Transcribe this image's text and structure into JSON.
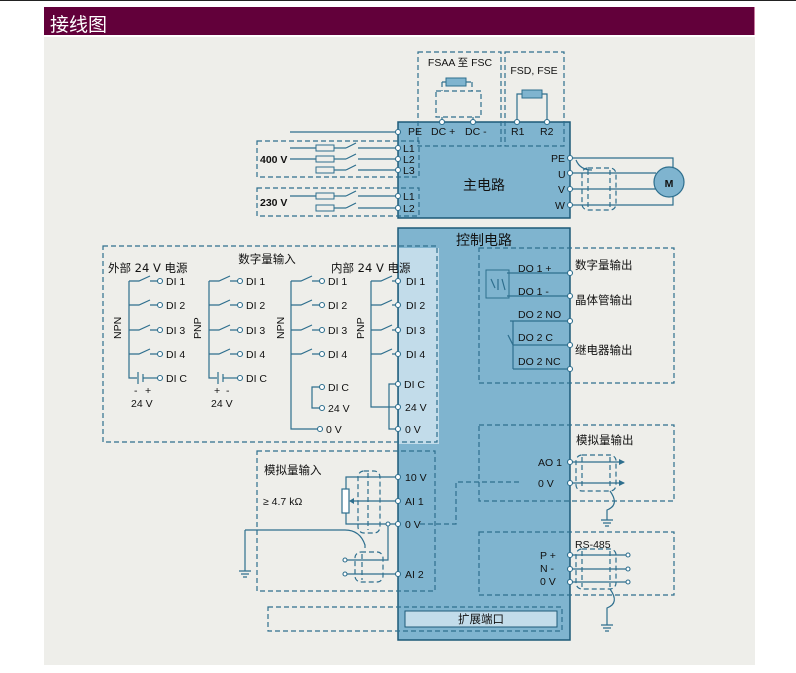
{
  "header": {
    "title": "接线图"
  },
  "colors": {
    "header_bg": "#62003a",
    "panel_bg": "#eeeeea",
    "block_fill": "#7fb4cf",
    "block_light": "#c2dcea",
    "wire": "#2e6f8e"
  },
  "main_circuit": {
    "title": "主电路",
    "resistor_box_a": "FSAA 至 FSC",
    "resistor_box_b": "FSD, FSE",
    "top_terminals": [
      "PE",
      "DC +",
      "DC -",
      "R1",
      "R2"
    ],
    "supply_400v": {
      "label": "400 V",
      "terminals": [
        "L1",
        "L2",
        "L3"
      ]
    },
    "supply_230v": {
      "label": "230 V",
      "terminals": [
        "L1",
        "L2"
      ]
    },
    "output_terminals": [
      "PE",
      "U",
      "V",
      "W"
    ],
    "motor_label": "M"
  },
  "control_circuit": {
    "title": "控制电路",
    "digital_inputs": {
      "title": "数字量输入",
      "external_supply": "外部 24 V 电源",
      "internal_supply": "内部 24 V 电源",
      "groups": [
        {
          "type": "NPN",
          "terminals": [
            "DI 1",
            "DI 2",
            "DI 3",
            "DI 4",
            "DI C"
          ],
          "polarity": [
            "-",
            "+"
          ],
          "voltage": "24 V"
        },
        {
          "type": "PNP",
          "terminals": [
            "DI 1",
            "DI 2",
            "DI 3",
            "DI 4",
            "DI C"
          ],
          "polarity": [
            "+",
            "-"
          ],
          "voltage": "24 V"
        },
        {
          "type": "NPN",
          "terminals": [
            "DI 1",
            "DI 2",
            "DI 3",
            "DI 4",
            "DI C",
            "24 V",
            "0 V"
          ]
        },
        {
          "type": "PNP",
          "terminals": [
            "DI 1",
            "DI 2",
            "DI 3",
            "DI 4",
            "DI C",
            "24 V",
            "0 V"
          ]
        }
      ]
    },
    "digital_outputs": {
      "title": "数字量输出",
      "transistor_label": "晶体管输出",
      "relay_label": "继电器输出",
      "terminals": [
        "DO 1 +",
        "DO 1 -",
        "DO 2 NO",
        "DO 2 C",
        "DO 2 NC"
      ]
    },
    "analog_inputs": {
      "title": "模拟量输入",
      "resistance": "≥ 4.7 kΩ",
      "terminals": [
        "10 V",
        "AI 1",
        "0 V",
        "AI 2"
      ]
    },
    "analog_outputs": {
      "title": "模拟量输出",
      "terminals": [
        "AO 1",
        "0 V"
      ]
    },
    "rs485": {
      "title": "RS-485",
      "terminals": [
        "P +",
        "N -",
        "0 V"
      ]
    },
    "expansion_port": "扩展端口"
  }
}
